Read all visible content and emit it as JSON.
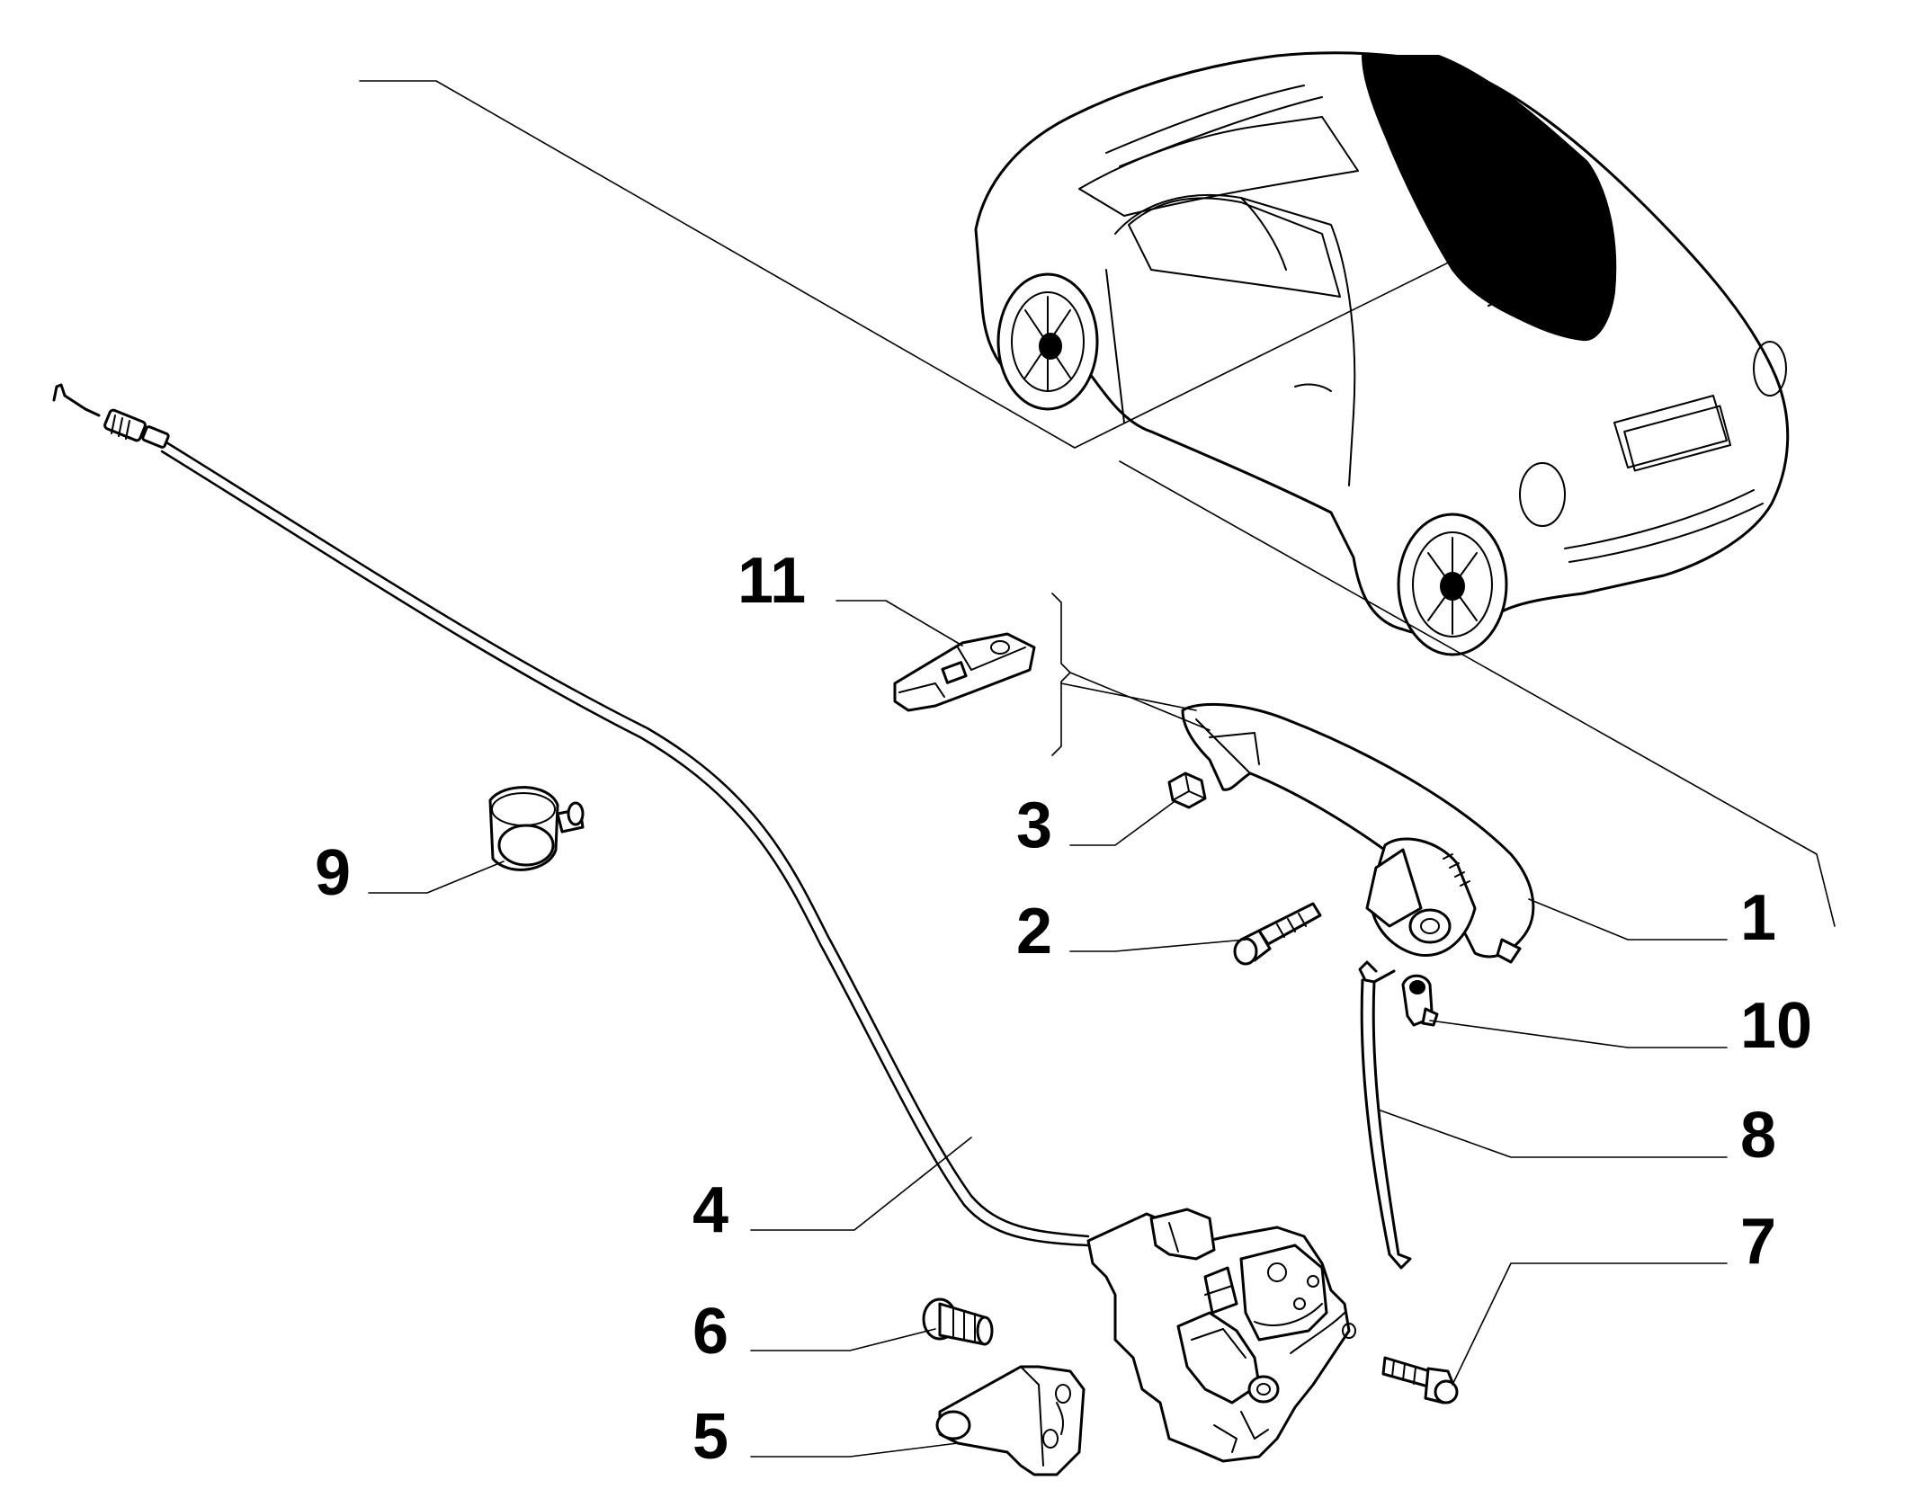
{
  "diagram": {
    "callouts": [
      {
        "id": "11",
        "label": "11"
      },
      {
        "id": "3",
        "label": "3"
      },
      {
        "id": "9",
        "label": "9"
      },
      {
        "id": "2",
        "label": "2"
      },
      {
        "id": "1",
        "label": "1"
      },
      {
        "id": "10",
        "label": "10"
      },
      {
        "id": "8",
        "label": "8"
      },
      {
        "id": "4",
        "label": "4"
      },
      {
        "id": "7",
        "label": "7"
      },
      {
        "id": "6",
        "label": "6"
      },
      {
        "id": "5",
        "label": "5"
      }
    ],
    "colors": {
      "ink": "#000000",
      "paper": "#ffffff",
      "glass": "#000000"
    }
  }
}
